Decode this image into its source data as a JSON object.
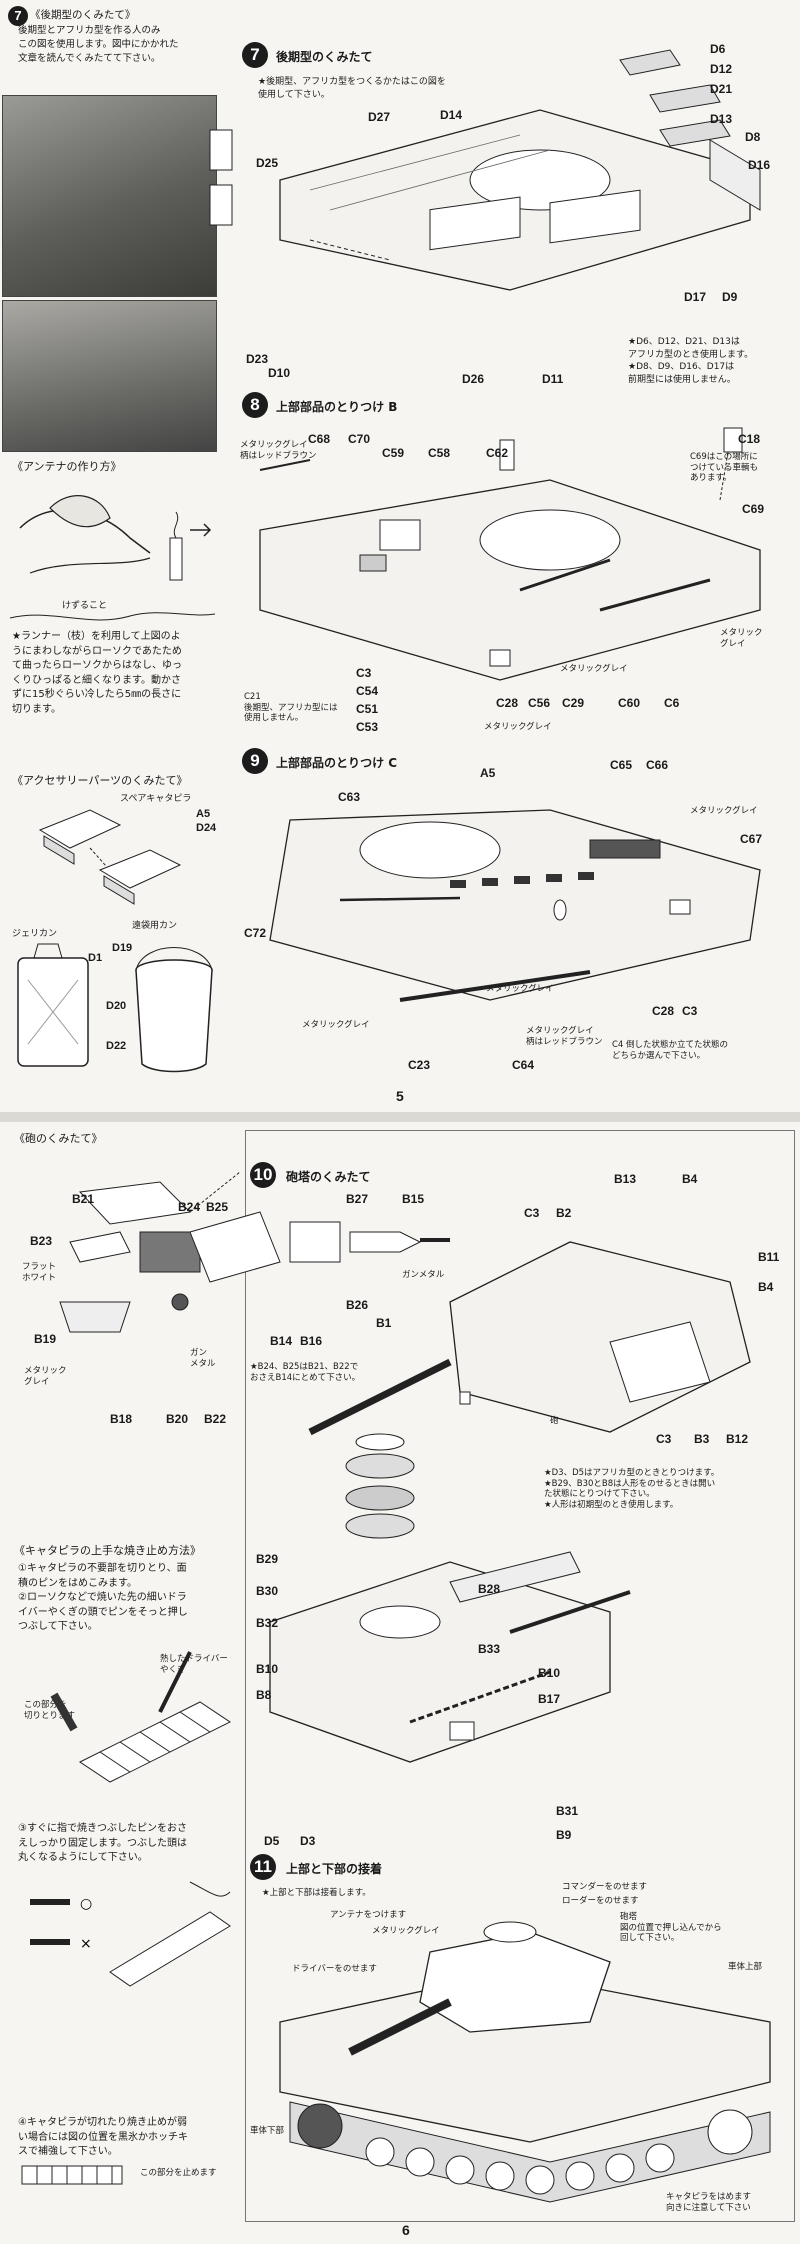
{
  "page5": {
    "page_number": "5",
    "left": {
      "step7_num": "7",
      "step7_title": "《後期型のくみたて》",
      "step7_text": "後期型とアフリカ型を作る人のみ\nこの図を使用します。図中にかかれた\n文章を読んでくみたてて下さい。",
      "antenna_title": "《アンテナの作り方》",
      "antenna_note": "けずること",
      "antenna_text": "★ランナー（枝）を利用して上図のよ\nうにまわしながらローソクであたため\nて曲ったらローソクからはなし、ゆっ\nくりひっぱると細くなります。動かさ\nずに15秒ぐらい冷したら5㎜の長さに\n切ります。",
      "acc_title": "《アクセサリーパーツのくみたて》",
      "spare_track": "スペアキャタピラ",
      "jerrycan": "ジェリカン",
      "bucket": "遠袋用カン",
      "labels": [
        "A5",
        "D24",
        "D1",
        "D19",
        "D20",
        "D22"
      ]
    },
    "step7": {
      "num": "7",
      "title": "後期型のくみたて",
      "subtitle": "★後期型、アフリカ型をつくるかたはこの図を\n使用して下さい。",
      "labels": [
        "D6",
        "D12",
        "D21",
        "D13",
        "D8",
        "D16",
        "D27",
        "D14",
        "D25",
        "D17",
        "D9",
        "D23",
        "D10",
        "D26",
        "D11"
      ],
      "note": "★D6、D12、D21、D13は\nアフリカ型のとき使用します。\n★D8、D9、D16、D17は\n前期型には使用しません。"
    },
    "step8": {
      "num": "8",
      "title": "上部部品のとりつけ B",
      "labels": [
        "C68",
        "C70",
        "C59",
        "C58",
        "C62",
        "C18",
        "C69",
        "C3",
        "C54",
        "C51",
        "C53",
        "C28",
        "C56",
        "C29",
        "C60",
        "C6"
      ],
      "paint_grey_brown": "メタリックグレイ\n柄はレッドブラウン",
      "c69_note": "C69はこの場所に\nつけている車輌も\nあります。",
      "metallic_grey_1": "メタリック\nグレイ",
      "metallic_grey_2": "メタリックグレイ",
      "metallic_grey_3": "メタリックグレイ",
      "c21_note": "C21\n後期型、アフリカ型には\n使用しません。"
    },
    "step9": {
      "num": "9",
      "title": "上部部品のとりつけ C",
      "labels": [
        "C63",
        "A5",
        "C65",
        "C66",
        "C67",
        "C72",
        "C23",
        "C64",
        "C28",
        "C3"
      ],
      "metallic_grey_1": "メタリックグレイ",
      "metallic_grey_2": "メタリックグレイ",
      "metallic_grey_3": "メタリックグレイ",
      "grey_brown": "メタリックグレイ\n柄はレッドブラウン",
      "c4_note": "C4 倒した状態か立てた状態の\nどちらか選んで下さい。"
    }
  },
  "page6": {
    "page_number": "6",
    "gun": {
      "title": "《砲のくみたて》",
      "labels": [
        "B21",
        "B24",
        "B25",
        "B23",
        "B19",
        "B18",
        "B20",
        "B22"
      ],
      "flat_white": "フラット\nホワイト",
      "metallic_grey": "メタリック\nグレイ",
      "gun_metal": "ガン\nメタル"
    },
    "track": {
      "title": "《キャタピラの上手な焼き止め方法》",
      "text1": "①キャタピラの不要部を切りとり、面\n積のピンをはめこみます。\n②ローソクなどで焼いた先の細いドラ\nイバーやくぎの頭でピンをそっと押し\nつぶして下さい。",
      "hot_driver": "熱したドライバー\nやくぎ",
      "cut_part": "この部分を\n切りとります",
      "text3": "③すぐに指で焼きつぶしたピンをおさ\nえしっかり固定します。つぶした頭は\n丸くなるようにして下さい。",
      "text4": "④キャタピラが切れたり焼き止めが弱\nい場合には図の位置を黒氷かホッチキ\nスで補強して下さい。",
      "stop_here": "この部分を止めます"
    },
    "step10": {
      "num": "10",
      "title": "砲塔のくみたて",
      "labels": [
        "B27",
        "B15",
        "B26",
        "B1",
        "B14",
        "B16",
        "B13",
        "B4",
        "C3",
        "B2",
        "B11",
        "B4",
        "C3",
        "B3",
        "B12",
        "B29",
        "B28",
        "B30",
        "B32",
        "B33",
        "B10",
        "B8",
        "B10",
        "B17",
        "B31",
        "B9",
        "D5",
        "D3"
      ],
      "gun_metal": "ガンメタル",
      "note_b24": "★B24、B25はB21、B22で\nおさえB14にとめて下さい。",
      "turret_label": "砲",
      "note_right": "★D3、D5はアフリカ型のときとりつけます。\n★B29、B30とB8は人形をのせるときは開い\nた状態にとりつけて下さい。\n★人形は初期型のとき使用します。"
    },
    "step11": {
      "num": "11",
      "title": "上部と下部の接着",
      "subtitle": "★上部と下部は接着します。",
      "commander": "コマンダーをのせます",
      "loader": "ローダーをのせます",
      "antenna": "アンテナをつけます",
      "metallic_grey": "メタリックグレイ",
      "gun_note": "砲塔\n図の位置で押し込んでから\n回して下さい。",
      "upper_hull": "車体上部",
      "driver": "ドライバーをのせます",
      "lower_hull": "車体下部",
      "tracks": "キャタピラをはめます\n向きに注意して下さい"
    }
  }
}
